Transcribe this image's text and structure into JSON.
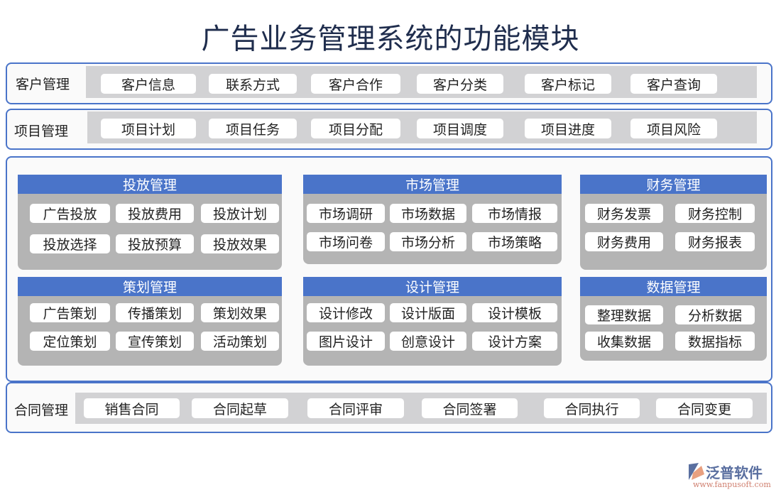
{
  "title": "广告业务管理系统的功能模块",
  "rows": [
    {
      "label": "客户管理",
      "items": [
        "客户信息",
        "联系方式",
        "客户合作",
        "客户分类",
        "客户标记",
        "客户查询"
      ]
    },
    {
      "label": "项目管理",
      "items": [
        "项目计划",
        "项目任务",
        "项目分配",
        "项目调度",
        "项目进度",
        "项目风险"
      ]
    },
    {
      "label": "合同管理",
      "items": [
        "销售合同",
        "合同起草",
        "合同评审",
        "合同签署",
        "合同执行",
        "合同变更"
      ]
    }
  ],
  "panels": [
    {
      "title": "投放管理",
      "items": [
        "广告投放",
        "投放费用",
        "投放计划",
        "投放选择",
        "投放预算",
        "投放效果"
      ]
    },
    {
      "title": "市场管理",
      "items": [
        "市场调研",
        "市场数据",
        "市场情报",
        "市场问卷",
        "市场分析",
        "市场策略"
      ]
    },
    {
      "title": "财务管理",
      "items": [
        "财务发票",
        "财务控制",
        "财务费用",
        "财务报表"
      ]
    },
    {
      "title": "策划管理",
      "items": [
        "广告策划",
        "传播策划",
        "策划效果",
        "定位策划",
        "宣传策划",
        "活动策划"
      ]
    },
    {
      "title": "设计管理",
      "items": [
        "设计修改",
        "设计版面",
        "设计模板",
        "图片设计",
        "创意设计",
        "设计方案"
      ]
    },
    {
      "title": "数据管理",
      "items": [
        "整理数据",
        "分析数据",
        "收集数据",
        "数据指标"
      ]
    }
  ],
  "logo": {
    "name": "泛普软件",
    "url": "www.fanpusoft.com"
  },
  "colors": {
    "accent": "#4a74c9",
    "strip": "#d2d2d4",
    "panel": "#b4b4b4"
  }
}
